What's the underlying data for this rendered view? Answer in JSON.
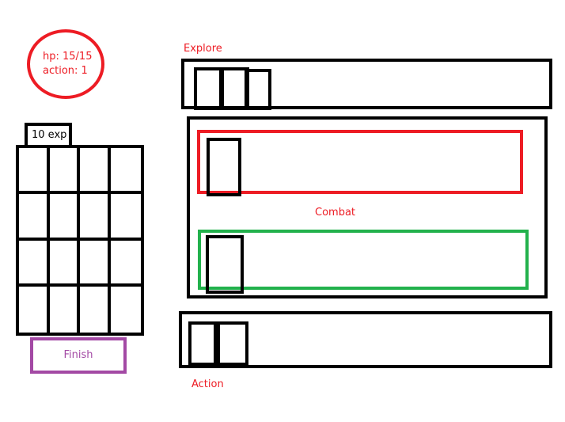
{
  "stats": {
    "hp": "hp: 15/15",
    "action": "action: 1"
  },
  "exp": "10 exp",
  "finish": "Finish",
  "labels": {
    "explore": "Explore",
    "combat": "Combat",
    "action": "Action"
  },
  "colors": {
    "red": "#ed1c24",
    "green": "#22b14c",
    "purple": "#a349a4"
  }
}
